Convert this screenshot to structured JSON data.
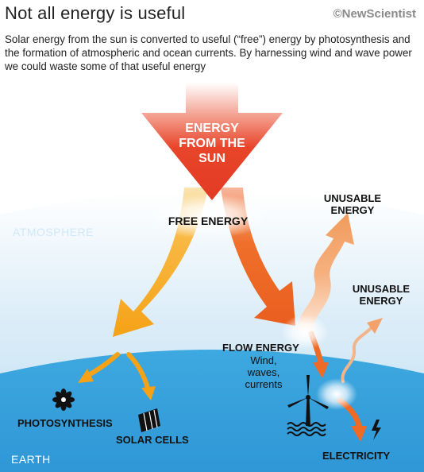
{
  "header": {
    "title": "Not all energy is useful",
    "brand": "©NewScientist",
    "subtitle": "Solar energy from the sun is converted to useful (“free”) energy by photosynthesis and the formation of atmospheric and ocean currents. By harnessing wind and wave power we could waste some of that useful energy"
  },
  "diagram": {
    "sun_label": "ENERGY\nFROM THE\nSUN",
    "free_energy": "FREE ENERGY",
    "atmosphere": "ATMOSPHERE",
    "earth": "EARTH",
    "unusable_energy_1": "UNUSABLE\nENERGY",
    "unusable_energy_2": "UNUSABLE\nENERGY",
    "flow_energy": "FLOW ENERGY",
    "flow_energy_examples": "Wind,\nwaves,\ncurrents",
    "photosynthesis": "PHOTOSYNTHESIS",
    "solar_cells": "SOLAR CELLS",
    "electricity": "ELECTRICITY"
  },
  "colors": {
    "sun_arrow": "#e8452a",
    "free_arrow": "#f6a51c",
    "flow_arrow": "#ee6a25",
    "unusable_arrow": "#f3a26b",
    "atmosphere": "#c7e3f3",
    "earth": "#3aa3dd"
  },
  "icons": {
    "photosynthesis": "flower-icon",
    "solar_cells": "solar-panel-icon",
    "wind_turbine": "wind-turbine-icon",
    "electricity": "lightning-bolt-icon"
  }
}
